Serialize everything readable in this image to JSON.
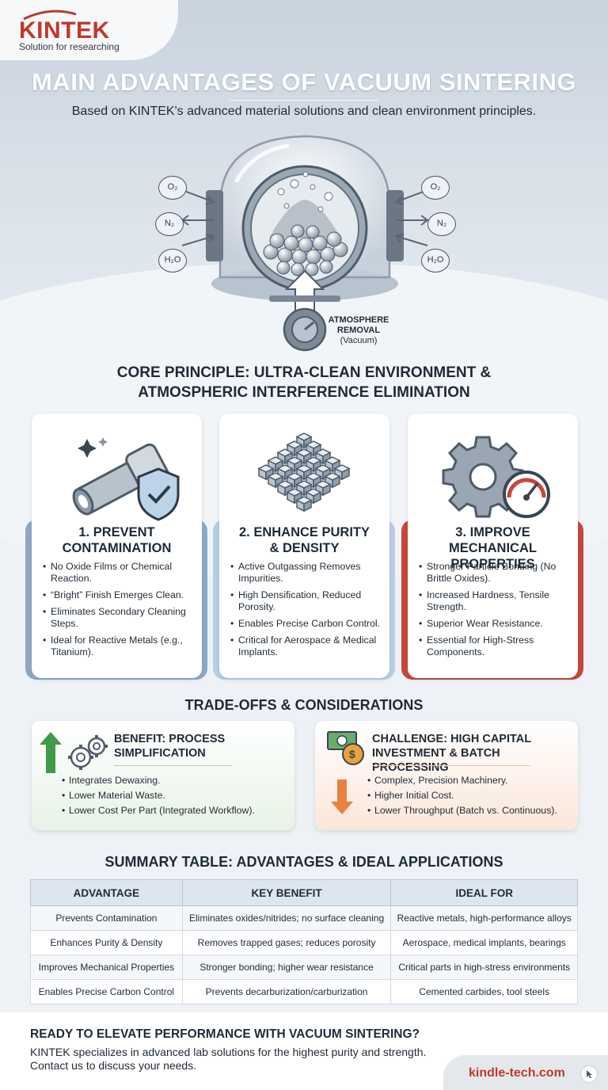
{
  "brand": {
    "name": "KINTEK",
    "tagline": "Solution for researching",
    "accent_color": "#c0392b"
  },
  "hero": {
    "title": "MAIN ADVANTAGES OF VACUUM SINTERING",
    "subtitle": "Based on KINTEK's advanced material solutions and clean environment principles.",
    "gases_left": [
      "O₂",
      "N₂",
      "H₂O"
    ],
    "gases_right": [
      "O₂",
      "N₂",
      "H₂O"
    ],
    "removal_line1": "ATMOSPHERE",
    "removal_line2": "REMOVAL",
    "removal_line3": "(Vacuum)"
  },
  "core": {
    "line1": "CORE PRINCIPLE: ULTRA-CLEAN ENVIRONMENT &",
    "line2": "ATMOSPHERIC INTERFERENCE ELIMINATION"
  },
  "cards": [
    {
      "title_line1": "1. PREVENT",
      "title_line2": "CONTAMINATION",
      "icon": "shield-pipe-icon",
      "accent": "#8fa9c4",
      "bullets": [
        "No Oxide Films or Chemical Reaction.",
        "“Bright” Finish Emerges Clean.",
        "Eliminates Secondary Cleaning Steps.",
        "Ideal for Reactive Metals (e.g., Titanium)."
      ]
    },
    {
      "title_line1": "2. ENHANCE PURITY",
      "title_line2": "& DENSITY",
      "icon": "cube-lattice-icon",
      "accent": "#b9cfe3",
      "bullets": [
        "Active Outgassing Removes Impurities.",
        "High Densification, Reduced Porosity.",
        "Enables Precise Carbon Control.",
        "Critical for Aerospace & Medical Implants."
      ]
    },
    {
      "title_line1": "3. IMPROVE MECHANICAL",
      "title_line2": "PROPERTIES",
      "icon": "gear-gauge-icon",
      "accent": "#c9463d",
      "bullets": [
        "Stronger Particle Bonding (No Brittle Oxides).",
        "Increased Hardness, Tensile Strength.",
        "Superior Wear Resistance.",
        "Essential for High-Stress Components."
      ]
    }
  ],
  "tradeoffs": {
    "title": "TRADE-OFFS & CONSIDERATIONS",
    "benefit": {
      "line1": "BENEFIT: PROCESS",
      "line2": "SIMPLIFICATION",
      "bullets": [
        "Integrates Dewaxing.",
        "Lower Material Waste.",
        "Lower Cost Per Part (Integrated Workflow)."
      ]
    },
    "challenge": {
      "line1": "CHALLENGE: HIGH CAPITAL",
      "line2": "INVESTMENT & BATCH PROCESSING",
      "bullets": [
        "Complex, Precision Machinery.",
        "Higher Initial Cost.",
        "Lower Throughput (Batch vs. Continuous)."
      ]
    }
  },
  "summary": {
    "title": "SUMMARY TABLE: ADVANTAGES & IDEAL APPLICATIONS",
    "headers": [
      "ADVANTAGE",
      "KEY BENEFIT",
      "IDEAL FOR"
    ],
    "rows": [
      [
        "Prevents Contamination",
        "Eliminates oxides/nitrides; no surface cleaning",
        "Reactive metals, high-performance alloys"
      ],
      [
        "Enhances Purity & Density",
        "Removes trapped gases; reduces porosity",
        "Aerospace, medical implants, bearings"
      ],
      [
        "Improves Mechanical Properties",
        "Stronger bonding; higher wear resistance",
        "Critical parts in high-stress environments"
      ],
      [
        "Enables Precise Carbon Control",
        "Prevents decarburization/carburization",
        "Cemented carbides, tool steels"
      ]
    ]
  },
  "cta": {
    "title": "READY TO ELEVATE PERFORMANCE WITH VACUUM SINTERING?",
    "line1": "KINTEK specializes in advanced lab solutions for the highest purity and strength.",
    "line2": "Contact us to discuss your needs.",
    "url": "kindle-tech.com"
  }
}
